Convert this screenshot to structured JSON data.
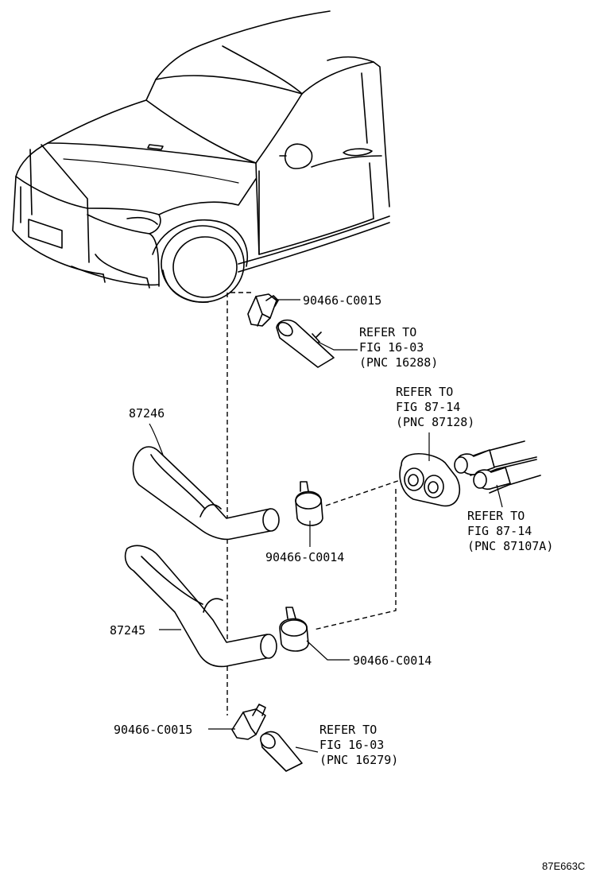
{
  "parts": {
    "p1": "90466-C0015",
    "p2": "87246",
    "p3": "90466-C0014",
    "p4": "87245",
    "p5": "90466-C0014",
    "p6": "90466-C0015"
  },
  "refs": {
    "r1": [
      "REFER TO",
      "FIG 16-03",
      "(PNC 16288)"
    ],
    "r2": [
      "REFER TO",
      "FIG 87-14",
      "(PNC 87128)"
    ],
    "r3": [
      "REFER TO",
      "FIG 87-14",
      "(PNC 87107A)"
    ],
    "r4": [
      "REFER TO",
      "FIG 16-03",
      "(PNC 16279)"
    ]
  },
  "figure_code": "87E663C"
}
